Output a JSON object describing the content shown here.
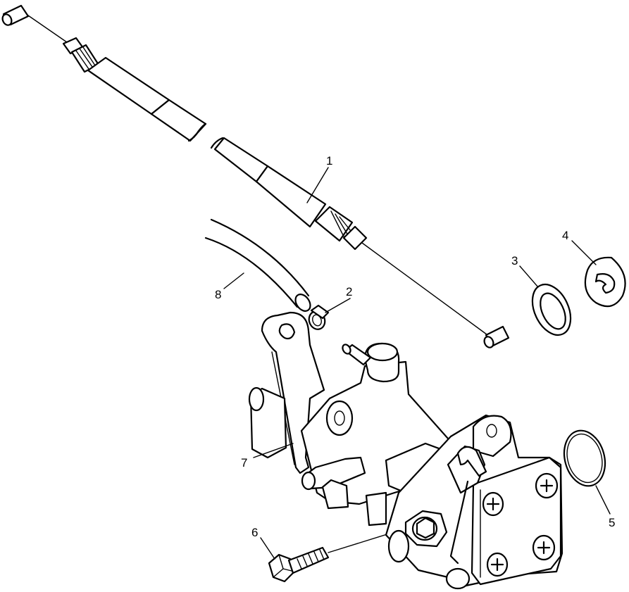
{
  "callouts": [
    {
      "id": "1",
      "label": "1",
      "part": "cable"
    },
    {
      "id": "2",
      "label": "2",
      "part": "clamp"
    },
    {
      "id": "3",
      "label": "3",
      "part": "washer"
    },
    {
      "id": "4",
      "label": "4",
      "part": "retaining-clip"
    },
    {
      "id": "5",
      "label": "5",
      "part": "o-ring"
    },
    {
      "id": "6",
      "label": "6",
      "part": "bolt"
    },
    {
      "id": "7",
      "label": "7",
      "part": "bracket"
    },
    {
      "id": "8",
      "label": "8",
      "part": "hose"
    }
  ],
  "colors": {
    "line": "#000000",
    "background": "#ffffff"
  }
}
